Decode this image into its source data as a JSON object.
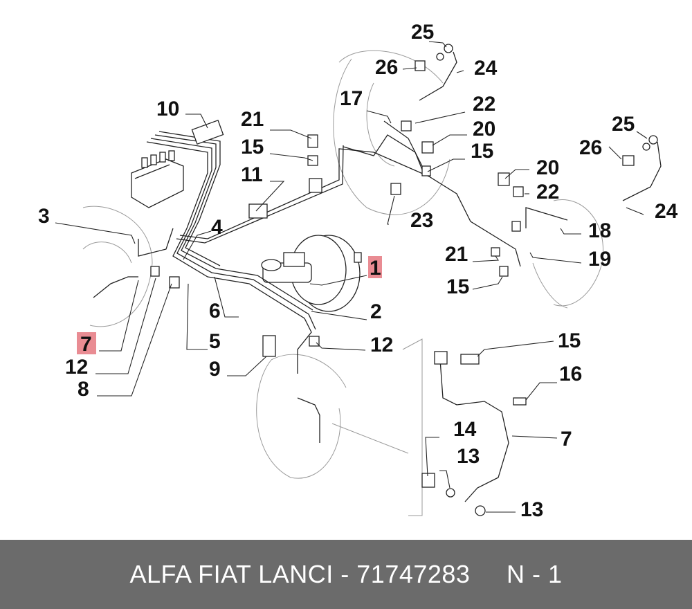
{
  "callouts": {
    "c1": "1",
    "c2": "2",
    "c3": "3",
    "c4": "4",
    "c5": "5",
    "c6": "6",
    "c7a": "7",
    "c7b": "7",
    "c8": "8",
    "c9": "9",
    "c10": "10",
    "c11": "11",
    "c12a": "12",
    "c12b": "12",
    "c13a": "13",
    "c13b": "13",
    "c14": "14",
    "c15a": "15",
    "c15b": "15",
    "c15c": "15",
    "c15d": "15",
    "c16": "16",
    "c17": "17",
    "c18": "18",
    "c19": "19",
    "c20a": "20",
    "c20b": "20",
    "c21a": "21",
    "c21b": "21",
    "c22a": "22",
    "c22b": "22",
    "c23": "23",
    "c24a": "24",
    "c24b": "24",
    "c25a": "25",
    "c25b": "25",
    "c26a": "26",
    "c26b": "26"
  },
  "highlighted": [
    "1",
    "7"
  ],
  "highlight_color": "#e98c93",
  "footer": {
    "text": "ALFA FIAT LANCI - 71747283     N - 1",
    "background": "#6b6b6b",
    "color": "#ffffff"
  }
}
